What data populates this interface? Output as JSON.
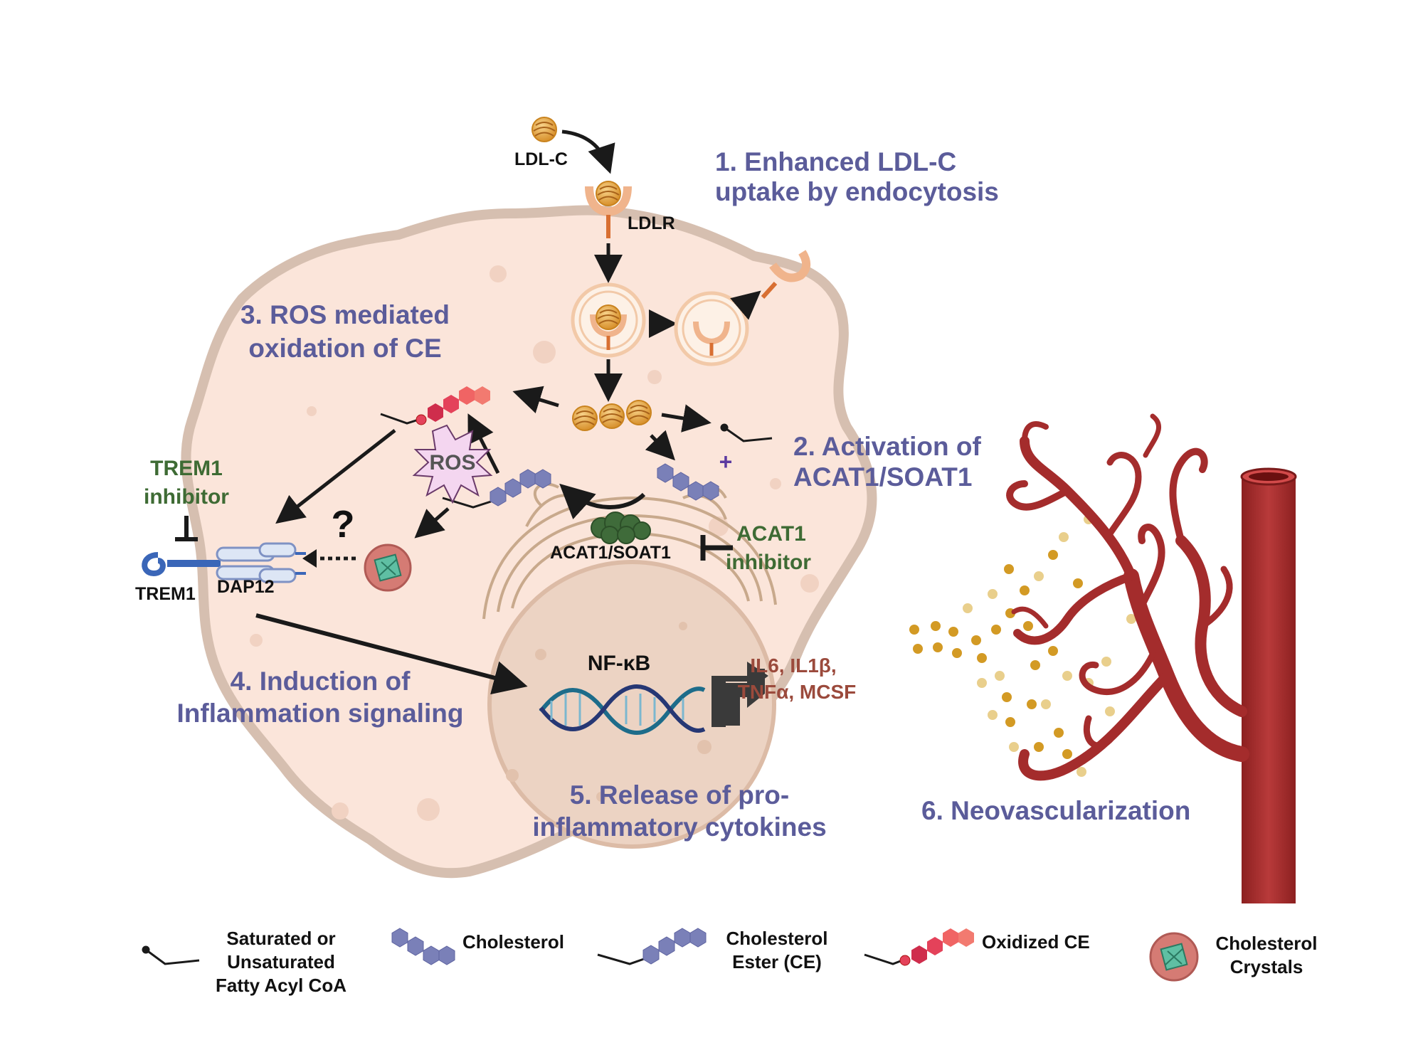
{
  "steps": {
    "s1": [
      "1. Enhanced LDL-C",
      "uptake by endocytosis"
    ],
    "s2": [
      "2. Activation of",
      "ACAT1/SOAT1"
    ],
    "s3": [
      "3. ROS mediated",
      "oxidation of CE"
    ],
    "s4": [
      "4. Induction of",
      "Inflammation signaling"
    ],
    "s5": [
      "5. Release of pro-",
      "inflammatory cytokines"
    ],
    "s6": "6. Neovascularization"
  },
  "labels": {
    "ldlc": "LDL-C",
    "ldlr": "LDLR",
    "ros": "ROS",
    "acat": "ACAT1/SOAT1",
    "trem1": "TREM1",
    "dap12": "DAP12",
    "nfkb": "NF-κB",
    "question": "?",
    "plus": "+"
  },
  "inhibitors": {
    "trem1": [
      "TREM1",
      "inhibitor"
    ],
    "acat1": [
      "ACAT1",
      "inhibitor"
    ]
  },
  "cytokines": [
    "IL6, IL1β,",
    "TNFα, MCSF"
  ],
  "legend": {
    "fatty": [
      "Saturated or",
      "Unsaturated",
      "Fatty Acyl CoA"
    ],
    "cholesterol": "Cholesterol",
    "ester": [
      "Cholesterol",
      "Ester (CE)"
    ],
    "oxidized": "Oxidized CE",
    "crystals": [
      "Cholesterol",
      "Crystals"
    ]
  },
  "colors": {
    "cell_fill": "#fbe5da",
    "cell_border": "#d6bfb0",
    "step_text": "#5b5c9a",
    "inhibitor_text": "#3e6b34",
    "cytokine_text": "#9b4a3c",
    "vessel": "#a42c2c",
    "cholesterol": "#7a80b8",
    "oxidized": "#e4425a",
    "ldl": "#e8a43a"
  }
}
